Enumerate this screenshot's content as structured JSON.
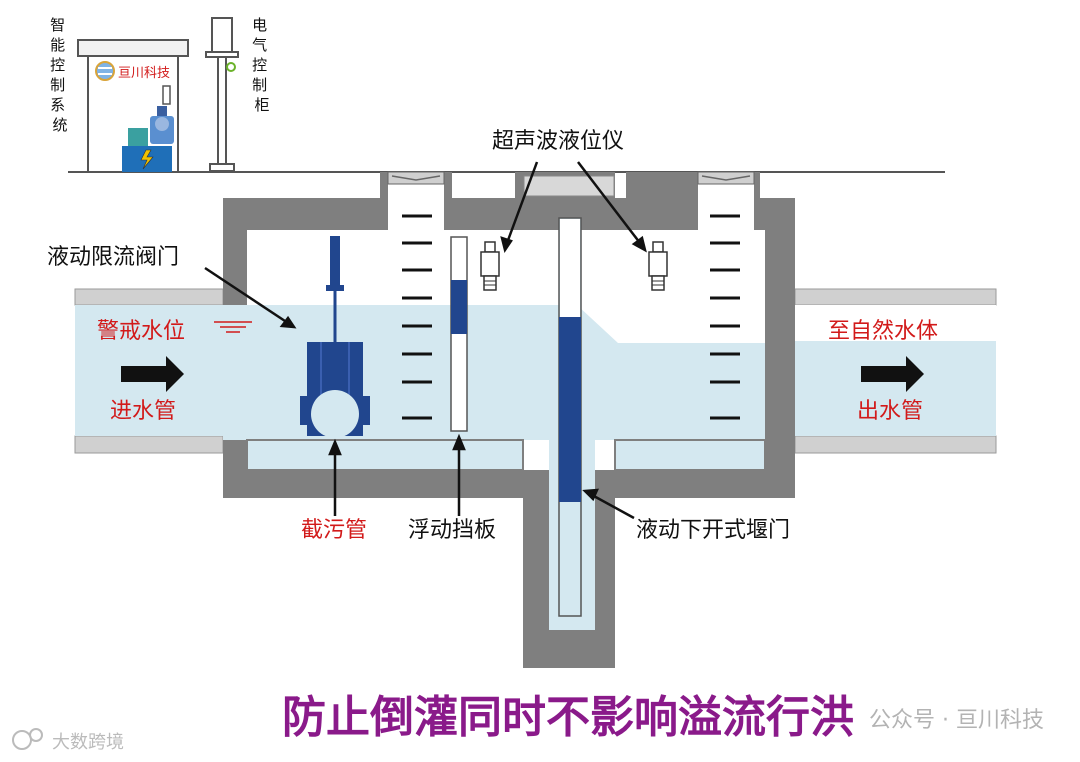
{
  "labels": {
    "smart_control_system": "智能控制系统",
    "electric_cabinet": "电气控制柜",
    "brand_sign": "亘川科技",
    "ultrasonic_level_meter": "超声波液位仪",
    "hydraulic_valve": "液动限流阀门",
    "warning_level": "警戒水位",
    "inlet_pipe": "进水管",
    "to_natural_water": "至自然水体",
    "outlet_pipe": "出水管",
    "interception_pipe": "截污管",
    "floating_baffle": "浮动挡板",
    "hydraulic_weir_gate": "液动下开式堰门",
    "headline": "防止倒灌同时不影响溢流行洪",
    "watermark_right": "公众号 · 亘川科技",
    "watermark_left": "大数跨境"
  },
  "colors": {
    "water": "#d4e8f0",
    "concrete": "#7f7f7f",
    "pipe": "#d0d0d0",
    "gate_blue": "#21468e",
    "red_text": "#d21a1a",
    "headline_purple": "#8a1a8a"
  },
  "icons": [
    "flow-arrow-icon",
    "high-voltage-icon",
    "ultrasonic-sensor-icon",
    "brand-logo-icon"
  ]
}
